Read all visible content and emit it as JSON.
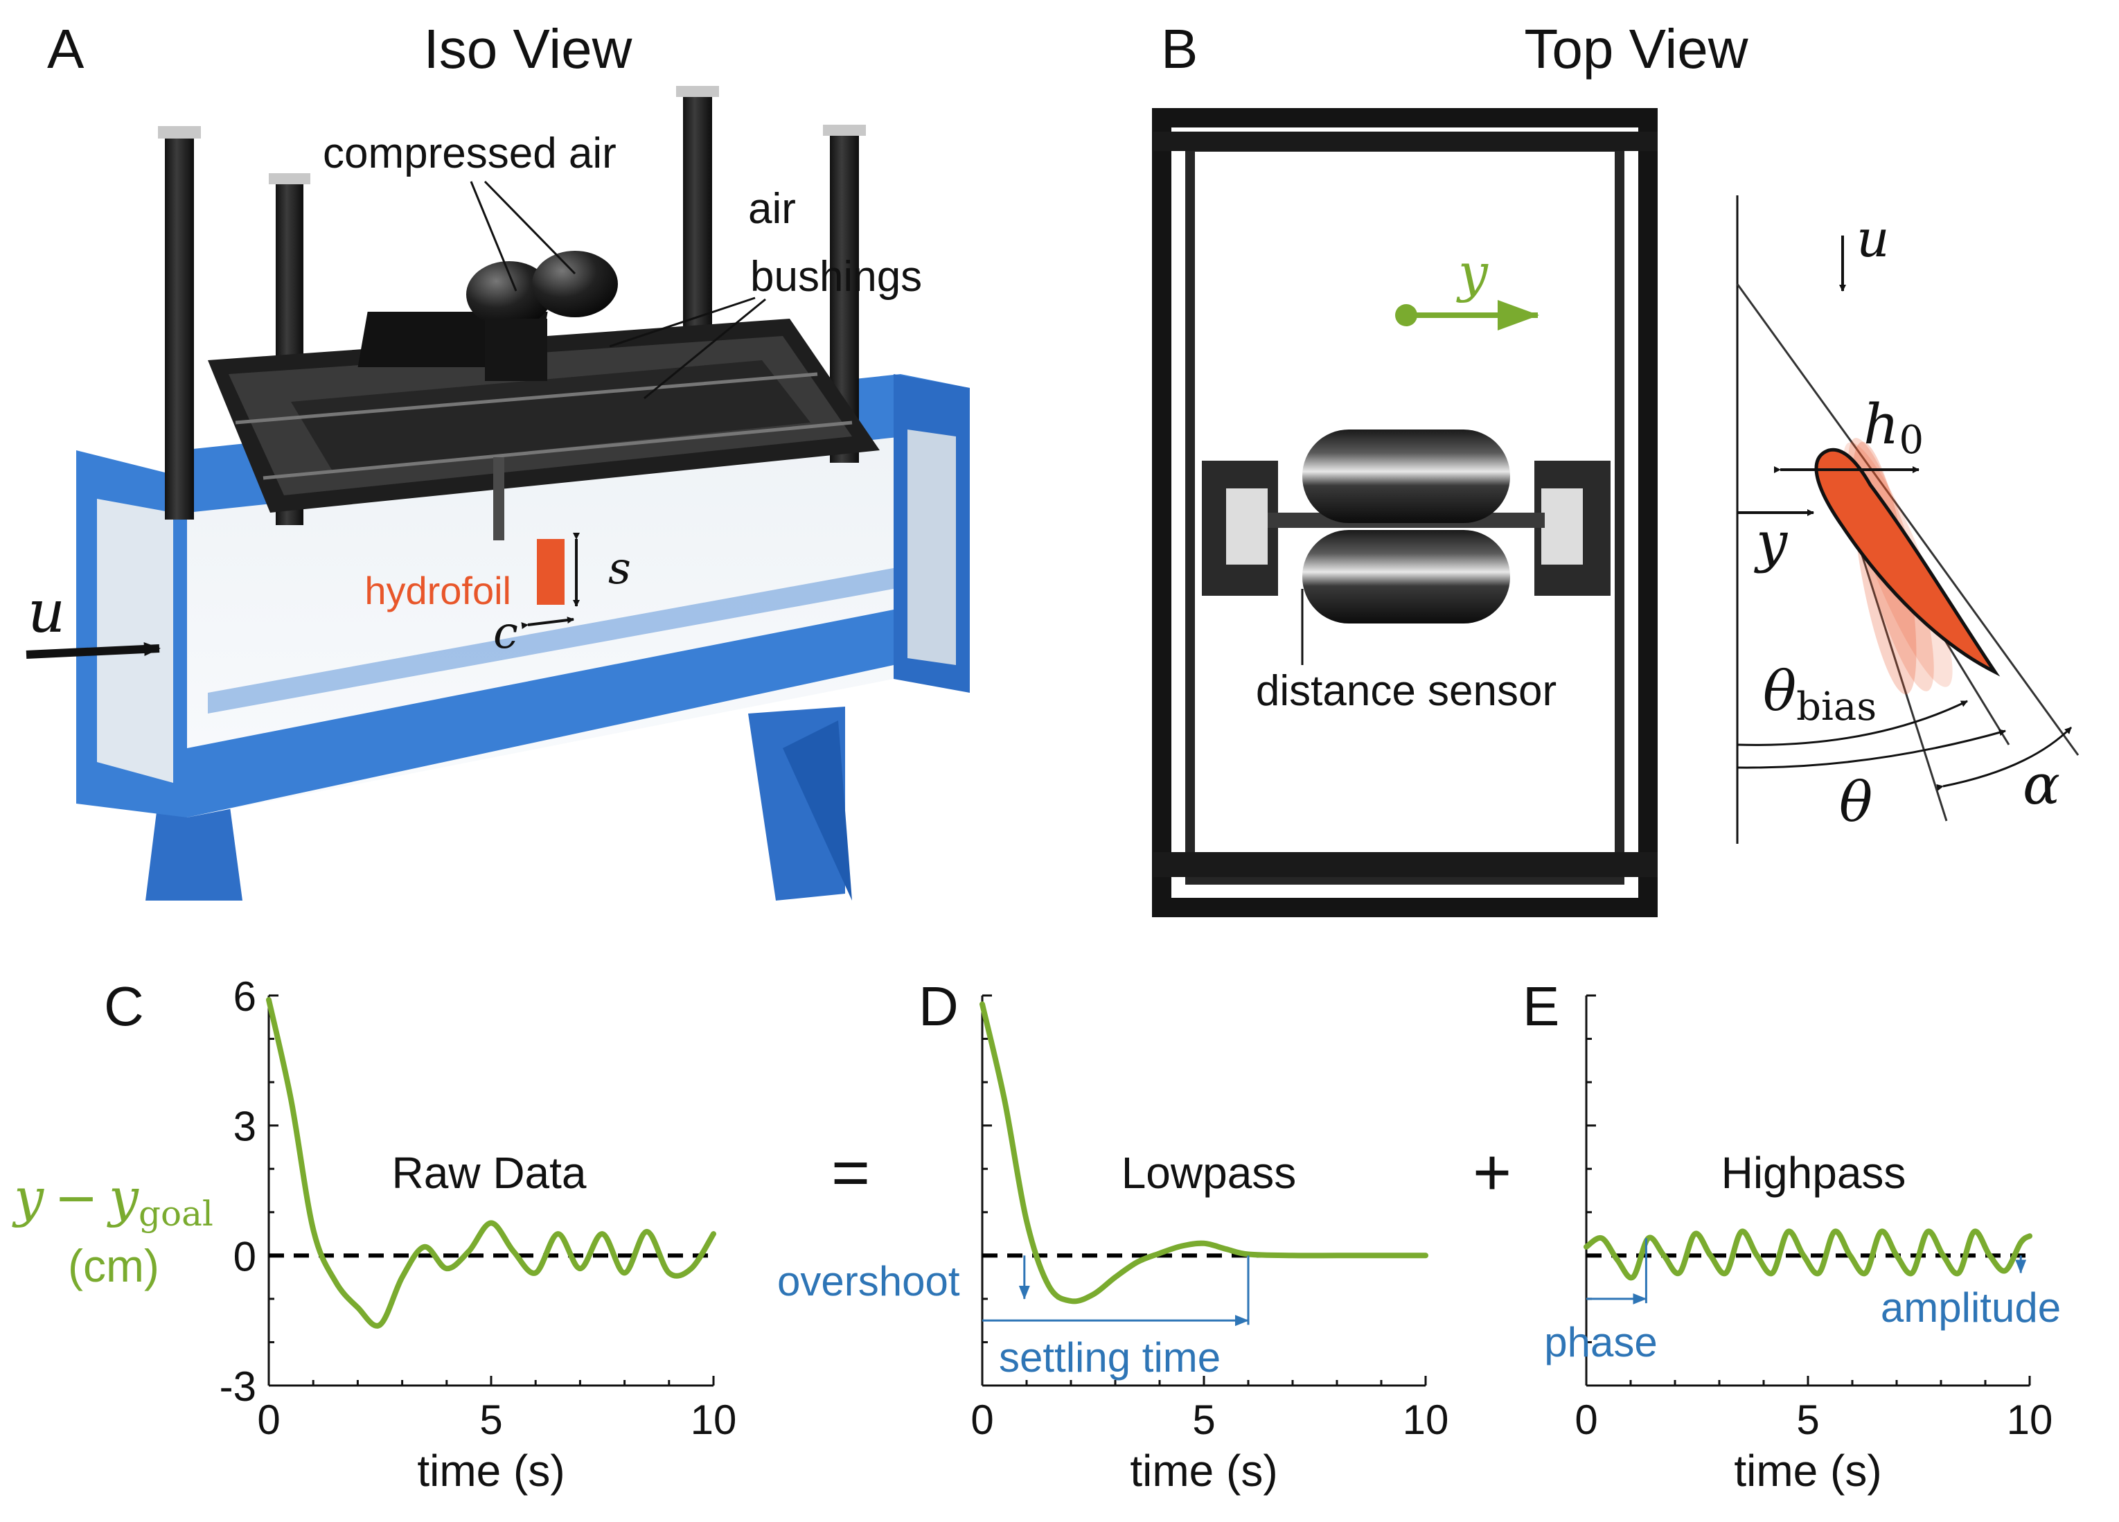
{
  "panels": {
    "A": {
      "letter": "A",
      "title": "Iso View",
      "labels": {
        "compressed_air": "compressed air",
        "air": "air",
        "bushings": "bushings",
        "hydrofoil": "hydrofoil",
        "flow": "u",
        "span": "s",
        "chord": "c"
      }
    },
    "B": {
      "letter": "B",
      "title": "Top View",
      "labels": {
        "y": "y",
        "distance_sensor": "distance sensor"
      }
    },
    "B_diagram": {
      "u": "u",
      "h0": "h",
      "h0_sub": "0",
      "y": "y",
      "theta_bias": "θ",
      "theta_bias_sub": "bias",
      "theta": "θ",
      "alpha": "α"
    },
    "C": {
      "letter": "C",
      "title": "Raw Data",
      "ylabel_main": "y − y",
      "ylabel_sub": "goal",
      "ylabel_unit": "(cm)"
    },
    "D": {
      "letter": "D",
      "title": "Lowpass",
      "overshoot": "overshoot",
      "settling_time": "settling time"
    },
    "E": {
      "letter": "E",
      "title": "Highpass",
      "phase": "phase",
      "amplitude": "amplitude"
    }
  },
  "operators": {
    "equals": "=",
    "plus": "+"
  },
  "axes": {
    "xlabel": "time (s)",
    "xticks": [
      "0",
      "5",
      "10"
    ],
    "yticks_C": [
      "6",
      "3",
      "0",
      "-3"
    ],
    "xlim": [
      0,
      10
    ],
    "ylim": [
      -3,
      6
    ]
  },
  "colors": {
    "signal": "#7aab2f",
    "annotation": "#2e75b6",
    "hydrofoil": "#e8562a",
    "flume": "#3a7fd5",
    "frame": "#1b1b1b",
    "zero_line": "#000000"
  },
  "chart_data": [
    {
      "type": "line",
      "title": "Raw Data",
      "xlabel": "time (s)",
      "ylabel": "y − y_goal (cm)",
      "xlim": [
        0,
        10
      ],
      "ylim": [
        -3,
        6
      ],
      "series": [
        {
          "x": [
            0,
            0.5,
            1.0,
            1.5,
            2.0,
            2.5,
            3.0,
            3.5,
            4.0,
            4.5,
            5.0,
            5.5,
            6.0,
            6.5,
            7.0,
            7.5,
            8.0,
            8.5,
            9.0,
            9.5,
            10.0
          ],
          "y": [
            5.9,
            3.6,
            0.6,
            -0.6,
            -1.2,
            -1.6,
            -0.5,
            0.2,
            -0.3,
            0.1,
            0.75,
            0.1,
            -0.4,
            0.5,
            -0.3,
            0.5,
            -0.4,
            0.55,
            -0.4,
            -0.3,
            0.5
          ]
        }
      ]
    },
    {
      "type": "line",
      "title": "Lowpass",
      "xlabel": "time (s)",
      "xlim": [
        0,
        10
      ],
      "ylim": [
        -3,
        6
      ],
      "series": [
        {
          "x": [
            0,
            0.5,
            1.0,
            1.5,
            2.0,
            2.5,
            3.0,
            3.5,
            4.0,
            4.5,
            5.0,
            5.5,
            6.0,
            7.0,
            8.0,
            9.0,
            10.0
          ],
          "y": [
            5.8,
            3.6,
            0.8,
            -0.7,
            -1.05,
            -0.9,
            -0.5,
            -0.15,
            0.05,
            0.22,
            0.28,
            0.15,
            0.03,
            0.0,
            0.0,
            0.0,
            0.0
          ]
        }
      ]
    },
    {
      "type": "line",
      "title": "Highpass",
      "xlabel": "time (s)",
      "xlim": [
        0,
        10
      ],
      "ylim": [
        -3,
        6
      ],
      "series": [
        {
          "x": [
            0,
            0.35,
            0.7,
            1.05,
            1.4,
            1.75,
            2.1,
            2.45,
            2.8,
            3.15,
            3.5,
            3.85,
            4.2,
            4.55,
            4.9,
            5.25,
            5.6,
            5.95,
            6.3,
            6.65,
            7.0,
            7.35,
            7.7,
            8.05,
            8.4,
            8.75,
            9.1,
            9.45,
            9.8,
            10.0
          ],
          "y": [
            0.2,
            0.4,
            -0.1,
            -0.5,
            0.4,
            0.0,
            -0.4,
            0.5,
            0.0,
            -0.4,
            0.55,
            0.0,
            -0.4,
            0.55,
            0.0,
            -0.4,
            0.55,
            0.0,
            -0.4,
            0.55,
            0.0,
            -0.4,
            0.55,
            0.0,
            -0.4,
            0.55,
            0.0,
            -0.35,
            0.3,
            0.45
          ]
        }
      ]
    }
  ]
}
